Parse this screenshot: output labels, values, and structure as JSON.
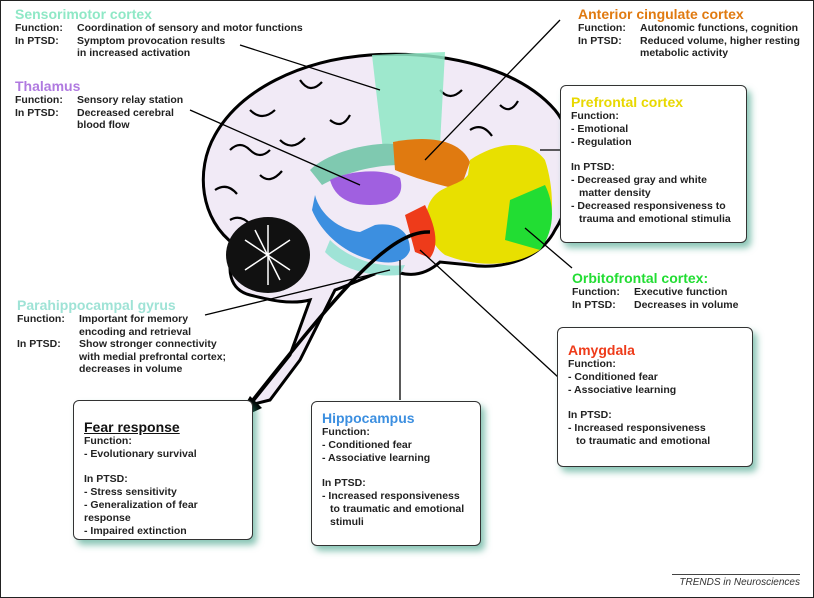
{
  "colors": {
    "sensorimotor": "#8fe8c6",
    "thalamus": "#b07ae0",
    "anterior_cingulate": "#e07a10",
    "prefrontal": "#e8d800",
    "orbitofrontal": "#22dd33",
    "amygdala": "#ee3b1a",
    "parahippocampal": "#9fe3d6",
    "hippocampus": "#3c8fe0",
    "fear": "#111111"
  },
  "regions": {
    "sensorimotor": {
      "title": "Sensorimotor cortex",
      "function_label": "Function:",
      "function": "Coordination of sensory and motor functions",
      "ptsd_label": "In PTSD:",
      "ptsd": [
        "Symptom provocation results",
        "in increased activation"
      ]
    },
    "thalamus": {
      "title": "Thalamus",
      "function_label": "Function:",
      "function": "Sensory relay station",
      "ptsd_label": "In PTSD:",
      "ptsd": [
        "Decreased cerebral",
        "blood flow"
      ]
    },
    "anterior_cingulate": {
      "title": "Anterior cingulate cortex",
      "function_label": "Function:",
      "function": "Autonomic functions, cognition",
      "ptsd_label": "In PTSD:",
      "ptsd": [
        "Reduced volume, higher resting",
        "metabolic activity"
      ]
    },
    "prefrontal": {
      "title": "Prefrontal cortex",
      "function_label": "Function:",
      "functions": [
        "- Emotional",
        "- Regulation"
      ],
      "ptsd_label": "In PTSD:",
      "ptsd": [
        "- Decreased gray and white",
        "matter density",
        "- Decreased responsiveness to",
        "trauma and emotional stimulia"
      ]
    },
    "orbitofrontal": {
      "title": "Orbitofrontal cortex:",
      "function_label": "Function:",
      "function": "Executive function",
      "ptsd_label": "In PTSD:",
      "ptsd": [
        "Decreases in volume"
      ]
    },
    "amygdala": {
      "title": "Amygdala",
      "function_label": "Function:",
      "functions": [
        "- Conditioned fear",
        "- Associative learning"
      ],
      "ptsd_label": "In PTSD:",
      "ptsd": [
        "- Increased responsiveness",
        "to traumatic and emotional"
      ]
    },
    "parahippocampal": {
      "title": "Parahippocampal gyrus",
      "function_label": "Function:",
      "function": [
        "Important for memory",
        "encoding and retrieval"
      ],
      "ptsd_label": "In PTSD:",
      "ptsd": [
        "Show stronger connectivity",
        "with medial prefrontal cortex;",
        "decreases in volume"
      ]
    },
    "fear": {
      "title": "Fear response",
      "function_label": "Function:",
      "functions": [
        "- Evolutionary survival"
      ],
      "ptsd_label": "In PTSD:",
      "ptsd": [
        "- Stress sensitivity",
        "- Generalization of fear response",
        "- Impaired extinction"
      ]
    },
    "hippocampus": {
      "title": "Hippocampus",
      "function_label": "Function:",
      "functions": [
        "- Conditioned fear",
        "- Associative learning"
      ],
      "ptsd_label": "In PTSD:",
      "ptsd": [
        "- Increased responsiveness",
        "to traumatic and emotional",
        "stimuli"
      ]
    }
  },
  "footer": "TRENDS in Neurosciences"
}
